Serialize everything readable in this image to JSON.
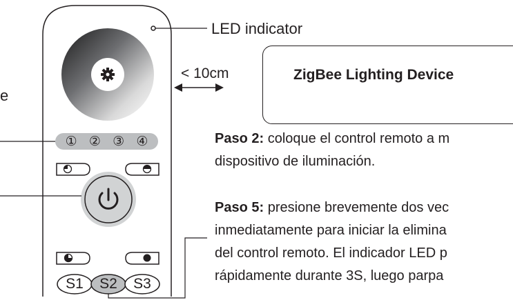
{
  "labels": {
    "led_indicator": "LED indicator",
    "distance": "< 10cm",
    "left_edge_fragment": "e"
  },
  "device": {
    "title": "ZigBee Lighting Device"
  },
  "remote": {
    "zone_buttons": [
      "①",
      "②",
      "③",
      "④"
    ],
    "scene_buttons": [
      "S1",
      "S2",
      "S3"
    ],
    "power_icon": "power-icon",
    "center_icon": "gear-icon",
    "left_buttons_icons": [
      "quarter-moon-icon",
      "half-moon-icon"
    ],
    "right_buttons_icons": [
      "half-circle-icon",
      "full-circle-icon"
    ]
  },
  "steps": {
    "paso2": {
      "label": "Paso 2:",
      "lines": [
        "coloque el control remoto a m",
        "dispositivo de iluminación."
      ]
    },
    "paso5": {
      "label": "Paso 5:",
      "lines": [
        "presione brevemente dos vec",
        "inmediatamente para iniciar la elimina",
        "del control remoto. El indicador LED p",
        "rápidamente durante 3S, luego parpa"
      ]
    }
  },
  "colors": {
    "stroke": "#231f20",
    "button_fill": "#d1d3d4",
    "highlight": "#bcbec0"
  }
}
